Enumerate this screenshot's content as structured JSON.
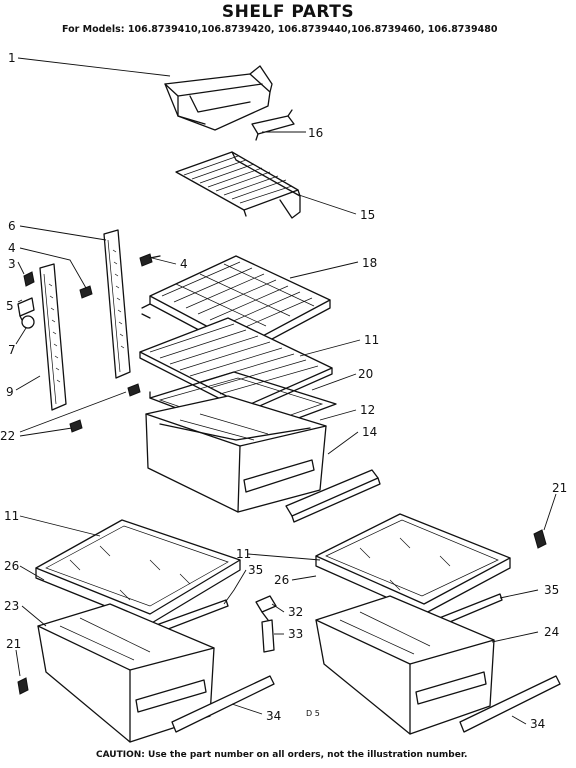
{
  "title": "SHELF PARTS",
  "subtitle": "For Models: 106.8739410,106.8739420, 106.8739440,106.8739460, 106.8739480",
  "caution": "CAUTION: Use the part number on all orders, not the illustration number.",
  "figure_code": "D 5",
  "callouts": {
    "c1": "1",
    "c16": "16",
    "c15": "15",
    "c6": "6",
    "c4a": "4",
    "c4b": "4",
    "c3": "3",
    "c5": "5",
    "c7": "7",
    "c9": "9",
    "c18": "18",
    "c11a": "11",
    "c20": "20",
    "c12": "12",
    "c14": "14",
    "c22": "22",
    "c11b": "11",
    "c26a": "26",
    "c35a": "35",
    "c23": "23",
    "c21a": "21",
    "c32": "32",
    "c33": "33",
    "c34a": "34",
    "c21b": "21",
    "c11c": "11",
    "c26b": "26",
    "c35b": "35",
    "c24": "24",
    "c34b": "34"
  }
}
